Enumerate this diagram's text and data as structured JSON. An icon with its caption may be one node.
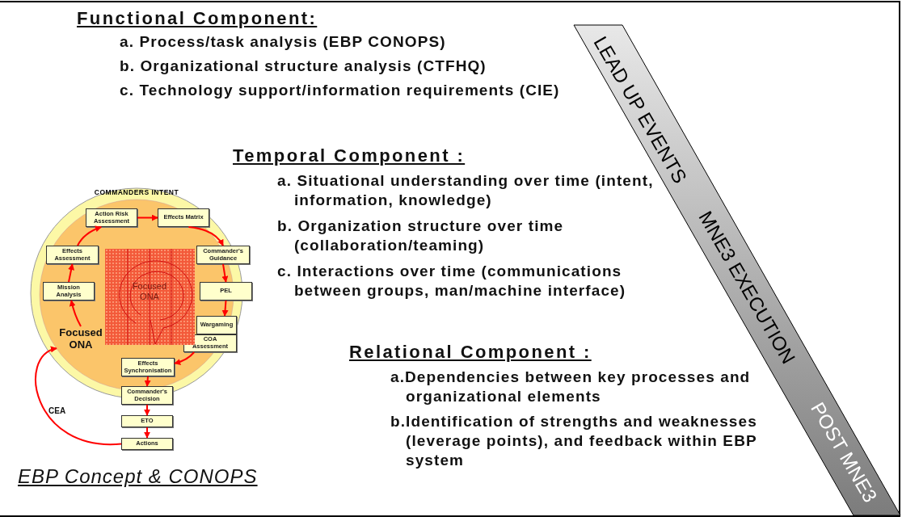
{
  "diagram": {
    "nodes": [
      {
        "text": [
          "COMMANDERS INTENT"
        ]
      },
      {
        "text": [
          "Action Risk Assessment"
        ],
        "in": 0
      },
      {
        "text": [
          "Effects Matrix"
        ],
        "in": 0
      },
      {
        "text": [
          "Commander's Guidance"
        ],
        "in": 0
      },
      {
        "text": [
          "PEL"
        ],
        "in": 0
      },
      {
        "text": [
          "Wargaming"
        ],
        "in": 0
      },
      {
        "text": [
          "COA Assessment"
        ],
        "in": 0
      },
      {
        "text": [
          "Effects Synchronisation"
        ],
        "in": 0
      },
      {
        "text": [
          "Commander's Decision"
        ]
      },
      {
        "text": [
          "ETO"
        ]
      },
      {
        "text": [
          "Actions"
        ]
      },
      {
        "text": [
          "Effects Assessment"
        ],
        "in": 0
      },
      {
        "text": [
          "Mission Analysis"
        ],
        "in": 0
      },
      {
        "text": [
          "Focused ONA"
        ],
        "in": 0
      },
      {
        "text": [
          "Focused ONA"
        ],
        "in": 0
      },
      {
        "text": [
          "LEAD UP EVENTS",
          "MNE3 EXECUTION",
          "POST MNE3"
        ]
      }
    ],
    "edges": [
      {
        "from": 1,
        "to": 2,
        "arrow": "to"
      },
      {
        "from": 2,
        "to": 3,
        "arrow": "to"
      },
      {
        "from": 3,
        "to": 4,
        "arrow": "to"
      },
      {
        "from": 4,
        "to": 5,
        "arrow": "to"
      },
      {
        "from": 6,
        "to": 7,
        "arrow": "to"
      },
      {
        "from": 7,
        "to": 8,
        "arrow": "to"
      },
      {
        "from": 8,
        "to": 9,
        "arrow": "to"
      },
      {
        "from": 9,
        "to": 10,
        "arrow": "to"
      },
      {
        "from": 10,
        "to": 13,
        "arrow": "to",
        "label": "CEA"
      },
      {
        "from": 13,
        "to": 12,
        "arrow": "to"
      },
      {
        "from": 12,
        "to": 11,
        "arrow": "to"
      },
      {
        "from": 11,
        "to": 1,
        "arrow": "to"
      }
    ],
    "labels": [
      "Functional Component:",
      "a. Process/task analysis (EBP CONOPS)",
      "b. Organizational structure analysis (CTFHQ)",
      "c. Technology support/information requirements (CIE)",
      "Temporal Component :",
      "a. Situational understanding over time (intent, information, knowledge)",
      "b. Organization structure over time (collaboration/teaming)",
      "c. Interactions over time (communications between groups, man/machine interface)",
      "Relational Component :",
      "a.Dependencies between key processes and organizational elements",
      "b.Identification of strengths and weaknesses (leverage points), and feedback within EBP system",
      "EBP Concept & CONOPS"
    ]
  }
}
